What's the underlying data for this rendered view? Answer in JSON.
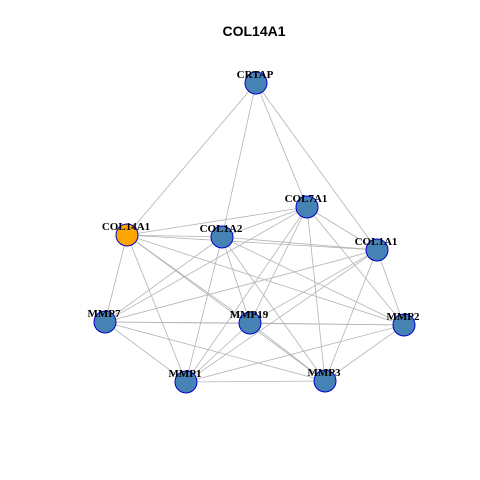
{
  "title": "COL14A1",
  "colors": {
    "edge": "#b3b3b3",
    "node_default": "#4682b4",
    "node_highlight": "#ffa500",
    "node_border": "#0000cd",
    "label": "#000000"
  },
  "nodes": [
    {
      "id": "CRTAP",
      "label": "CRTAP",
      "highlight": false
    },
    {
      "id": "COL7A1",
      "label": "COL7A1",
      "highlight": false
    },
    {
      "id": "COL14A1",
      "label": "COL14A1",
      "highlight": true
    },
    {
      "id": "COL1A2",
      "label": "COL1A2",
      "highlight": false
    },
    {
      "id": "COL1A1",
      "label": "COL1A1",
      "highlight": false
    },
    {
      "id": "MMP7",
      "label": "MMP7",
      "highlight": false
    },
    {
      "id": "MMP19",
      "label": "MMP19",
      "highlight": false
    },
    {
      "id": "MMP2",
      "label": "MMP2",
      "highlight": false
    },
    {
      "id": "MMP1",
      "label": "MMP1",
      "highlight": false
    },
    {
      "id": "MMP3",
      "label": "MMP3",
      "highlight": false
    }
  ],
  "edges": [
    [
      "CRTAP",
      "COL14A1"
    ],
    [
      "CRTAP",
      "COL1A2"
    ],
    [
      "CRTAP",
      "COL7A1"
    ],
    [
      "CRTAP",
      "COL1A1"
    ],
    [
      "COL14A1",
      "COL1A2"
    ],
    [
      "COL14A1",
      "COL7A1"
    ],
    [
      "COL14A1",
      "COL1A1"
    ],
    [
      "COL14A1",
      "MMP7"
    ],
    [
      "COL14A1",
      "MMP19"
    ],
    [
      "COL14A1",
      "MMP1"
    ],
    [
      "COL14A1",
      "MMP3"
    ],
    [
      "COL14A1",
      "MMP2"
    ],
    [
      "COL1A2",
      "COL7A1"
    ],
    [
      "COL1A2",
      "COL1A1"
    ],
    [
      "COL1A2",
      "MMP7"
    ],
    [
      "COL1A2",
      "MMP19"
    ],
    [
      "COL1A2",
      "MMP1"
    ],
    [
      "COL1A2",
      "MMP3"
    ],
    [
      "COL1A2",
      "MMP2"
    ],
    [
      "COL7A1",
      "COL1A1"
    ],
    [
      "COL7A1",
      "MMP7"
    ],
    [
      "COL7A1",
      "MMP19"
    ],
    [
      "COL7A1",
      "MMP1"
    ],
    [
      "COL7A1",
      "MMP3"
    ],
    [
      "COL7A1",
      "MMP2"
    ],
    [
      "COL1A1",
      "MMP7"
    ],
    [
      "COL1A1",
      "MMP19"
    ],
    [
      "COL1A1",
      "MMP1"
    ],
    [
      "COL1A1",
      "MMP3"
    ],
    [
      "COL1A1",
      "MMP2"
    ],
    [
      "MMP7",
      "MMP19"
    ],
    [
      "MMP7",
      "MMP2"
    ],
    [
      "MMP7",
      "MMP1"
    ],
    [
      "MMP7",
      "MMP3"
    ],
    [
      "MMP19",
      "MMP2"
    ],
    [
      "MMP19",
      "MMP1"
    ],
    [
      "MMP19",
      "MMP3"
    ],
    [
      "MMP2",
      "MMP1"
    ],
    [
      "MMP2",
      "MMP3"
    ],
    [
      "MMP1",
      "MMP3"
    ]
  ]
}
